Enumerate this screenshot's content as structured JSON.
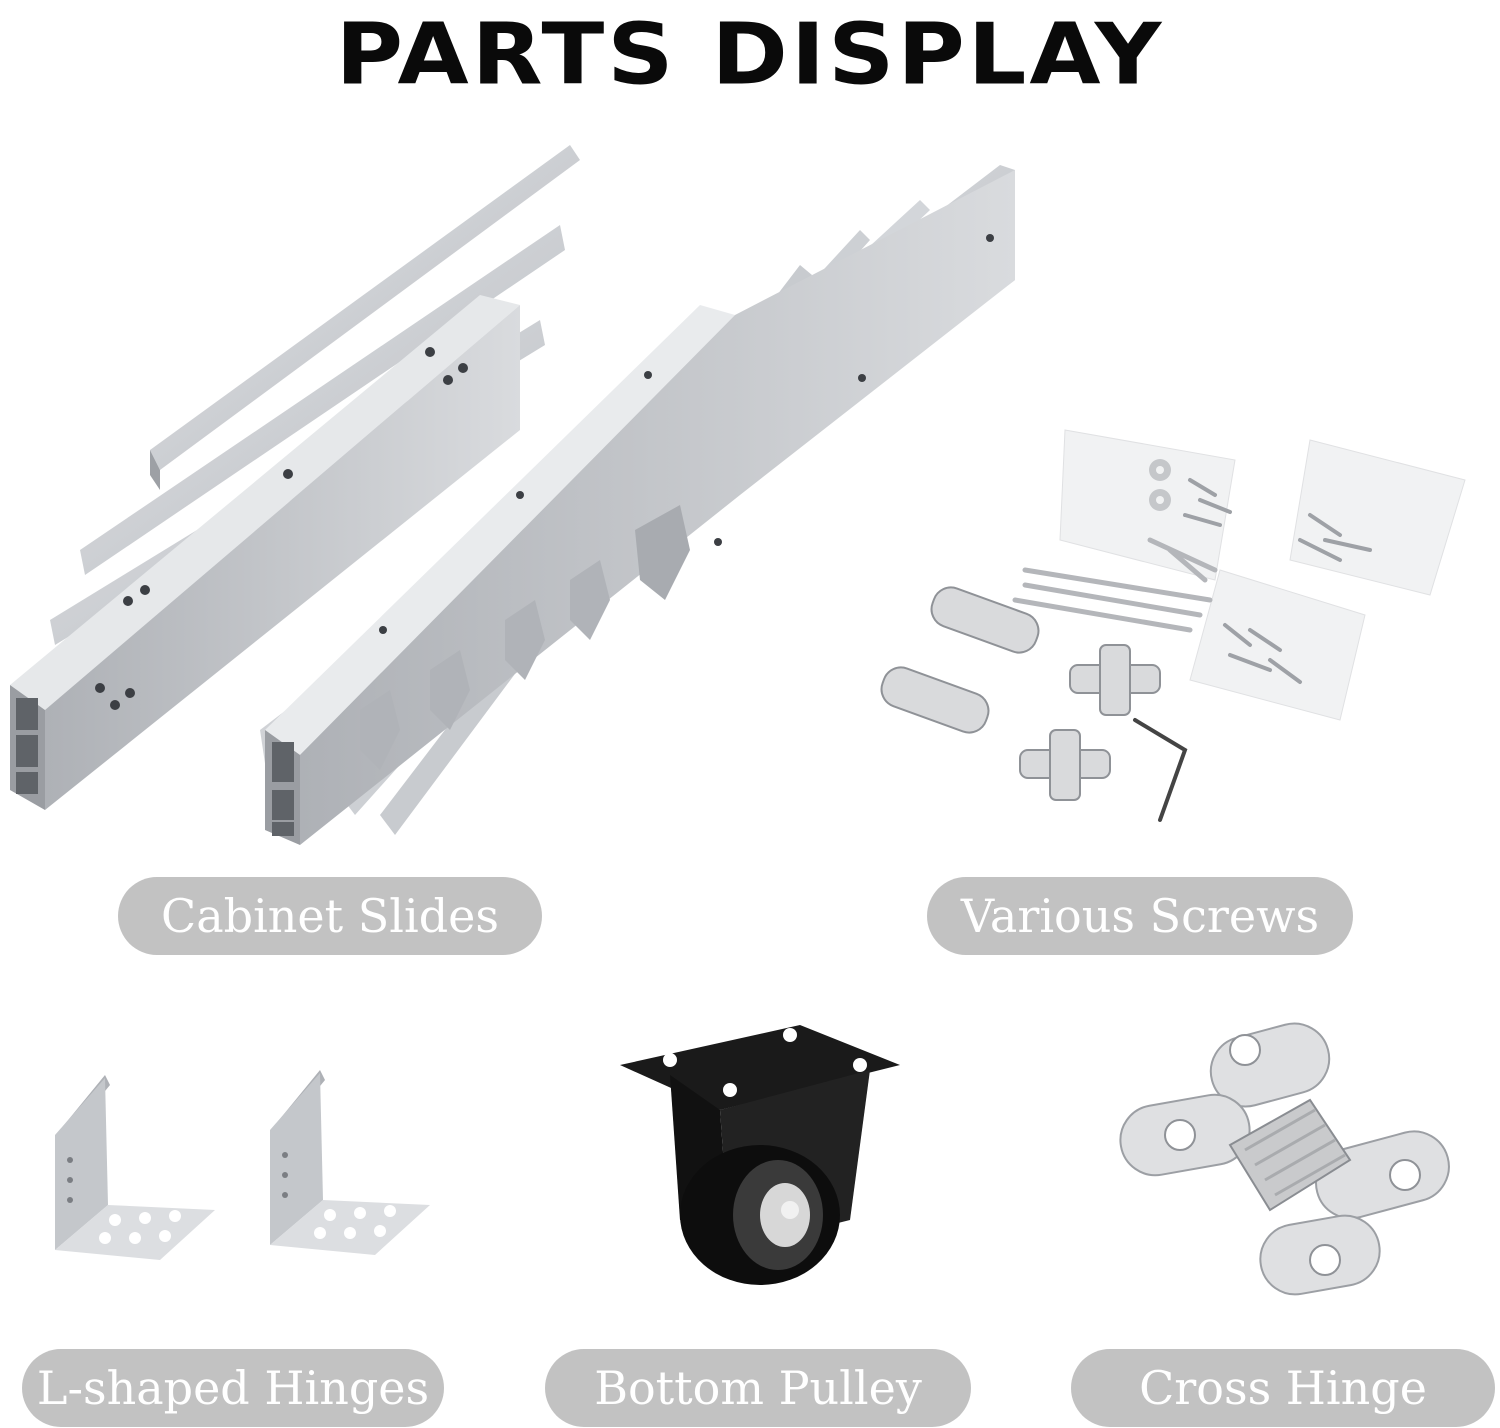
{
  "title": "PARTS DISPLAY",
  "labels": {
    "cabinet_slides": "Cabinet Slides",
    "various_screws": "Various Screws",
    "l_shaped_hinges": "L-shaped Hinges",
    "bottom_pulley": "Bottom Pulley",
    "cross_hinge": "Cross Hinge"
  },
  "colors": {
    "pill_background": "#c2c2c2",
    "pill_text": "#ffffff",
    "title_text": "#0a0a0a",
    "aluminum": "#c9ccd0",
    "chrome": "#d8d9db",
    "caster_black": "#111111"
  }
}
